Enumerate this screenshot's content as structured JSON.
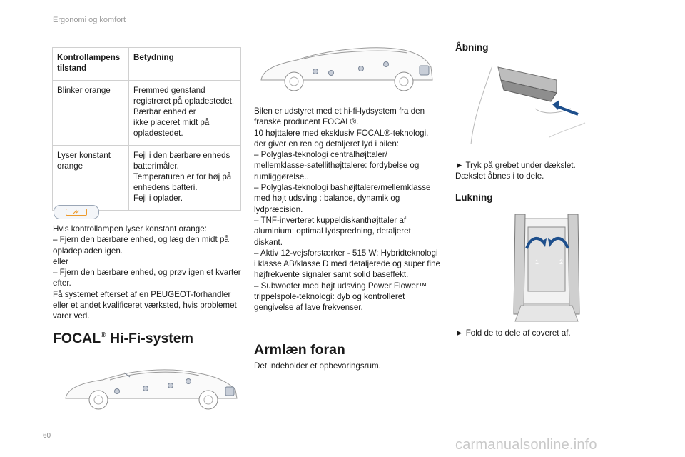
{
  "header": {
    "section": "Ergonomi og komfort"
  },
  "page_number": "60",
  "watermark": "carmanualsonline.info",
  "table": {
    "head": {
      "state": "Kontrollampens tilstand",
      "meaning": "Betydning"
    },
    "rows": [
      {
        "state": "Blinker orange",
        "meaning": "Fremmed genstand registreret på opladestedet.\nBærbar enhed er\nikke placeret midt på opladestedet."
      },
      {
        "state": "Lyser konstant orange",
        "meaning": "Fejl i den bærbare enheds batterimåler.\nTemperaturen er for høj på enhedens batteri.\nFejl i oplader."
      }
    ]
  },
  "indicator": {
    "icon": "charging-indicator-icon",
    "color": "#ec9a2c"
  },
  "col1_text": "Hvis kontrollampen lyser konstant orange:\n– Fjern den bærbare enhed, og læg den midt på opladepladen igen.\neller\n– Fjern den bærbare enhed, og prøv igen et kvarter efter.\nFå systemet efterset af en PEUGEOT-forhandler eller et andet kvalificeret værksted, hvis problemet varer ved.",
  "focal_heading": {
    "text": "FOCAL",
    "sup": "®",
    "rest": " Hi-Fi-system"
  },
  "col2_text": "Bilen er udstyret med et hi-fi-lydsystem fra den franske producent FOCAL®.\n10 højttalere med eksklusiv FOCAL®-teknologi, der giver en ren og detaljeret lyd i bilen:\n– Polyglas-teknologi centralhøjttaler/ mellemklasse-satellithøjttalere: fordybelse og rumliggørelse..\n– Polyglas-teknologi bashøjttalere/mellemklasse med højt udsving : balance, dynamik og lydpræcision.\n– TNF-inverteret kuppeldiskanthøjttaler af aluminium: optimal lydspredning, detaljeret diskant.\n– Aktiv 12-vejsforstærker - 515 W: Hybridteknologi i klasse AB/klasse D med detaljerede og super fine højfrekvente signaler samt solid baseffekt.\n– Subwoofer med højt udsving Power Flower™ trippelspole-teknologi: dyb og kontrolleret gengivelse af lave frekvenser.",
  "armrest": {
    "heading": "Armlæn foran",
    "text": "Det indeholder et opbevaringsrum."
  },
  "opening": {
    "heading": "Åbning",
    "text": "► Tryk på grebet under dækslet.\nDækslet åbnes i to dele."
  },
  "closing": {
    "heading": "Lukning",
    "text": "► Fold de to dele af coveret af.",
    "labels": [
      "1",
      "2"
    ]
  },
  "colors": {
    "arrow": "#1e4f8c",
    "indicator": "#ec9a2c",
    "divider": "#d0d0d0"
  }
}
